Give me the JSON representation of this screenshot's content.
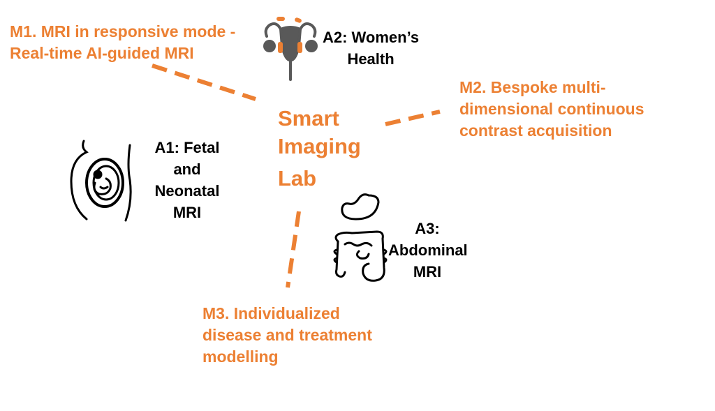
{
  "colors": {
    "accent": "#ec8033",
    "icon_dark": "#595959",
    "text": "#000000"
  },
  "hub": {
    "lines": [
      "Smart",
      "Imaging",
      "Lab"
    ]
  },
  "methods": {
    "m1": {
      "lines": [
        "M1. MRI in responsive mode -",
        "Real-time AI-guided MRI"
      ]
    },
    "m2": {
      "lines": [
        "M2. Bespoke multi-",
        "dimensional continuous",
        "contrast acquisition"
      ]
    },
    "m3": {
      "lines": [
        "M3. Individualized",
        "disease and treatment",
        "modelling"
      ]
    }
  },
  "areas": {
    "a1": {
      "lines": [
        "A1: Fetal",
        "and",
        "Neonatal",
        "MRI"
      ],
      "icon": "pregnancy-icon"
    },
    "a2": {
      "lines": [
        "A2: Women’s",
        "Health"
      ],
      "icon": "uterus-icon"
    },
    "a3": {
      "lines": [
        "A3:",
        "Abdominal",
        "MRI"
      ],
      "icon": "digestive-system-icon"
    }
  }
}
